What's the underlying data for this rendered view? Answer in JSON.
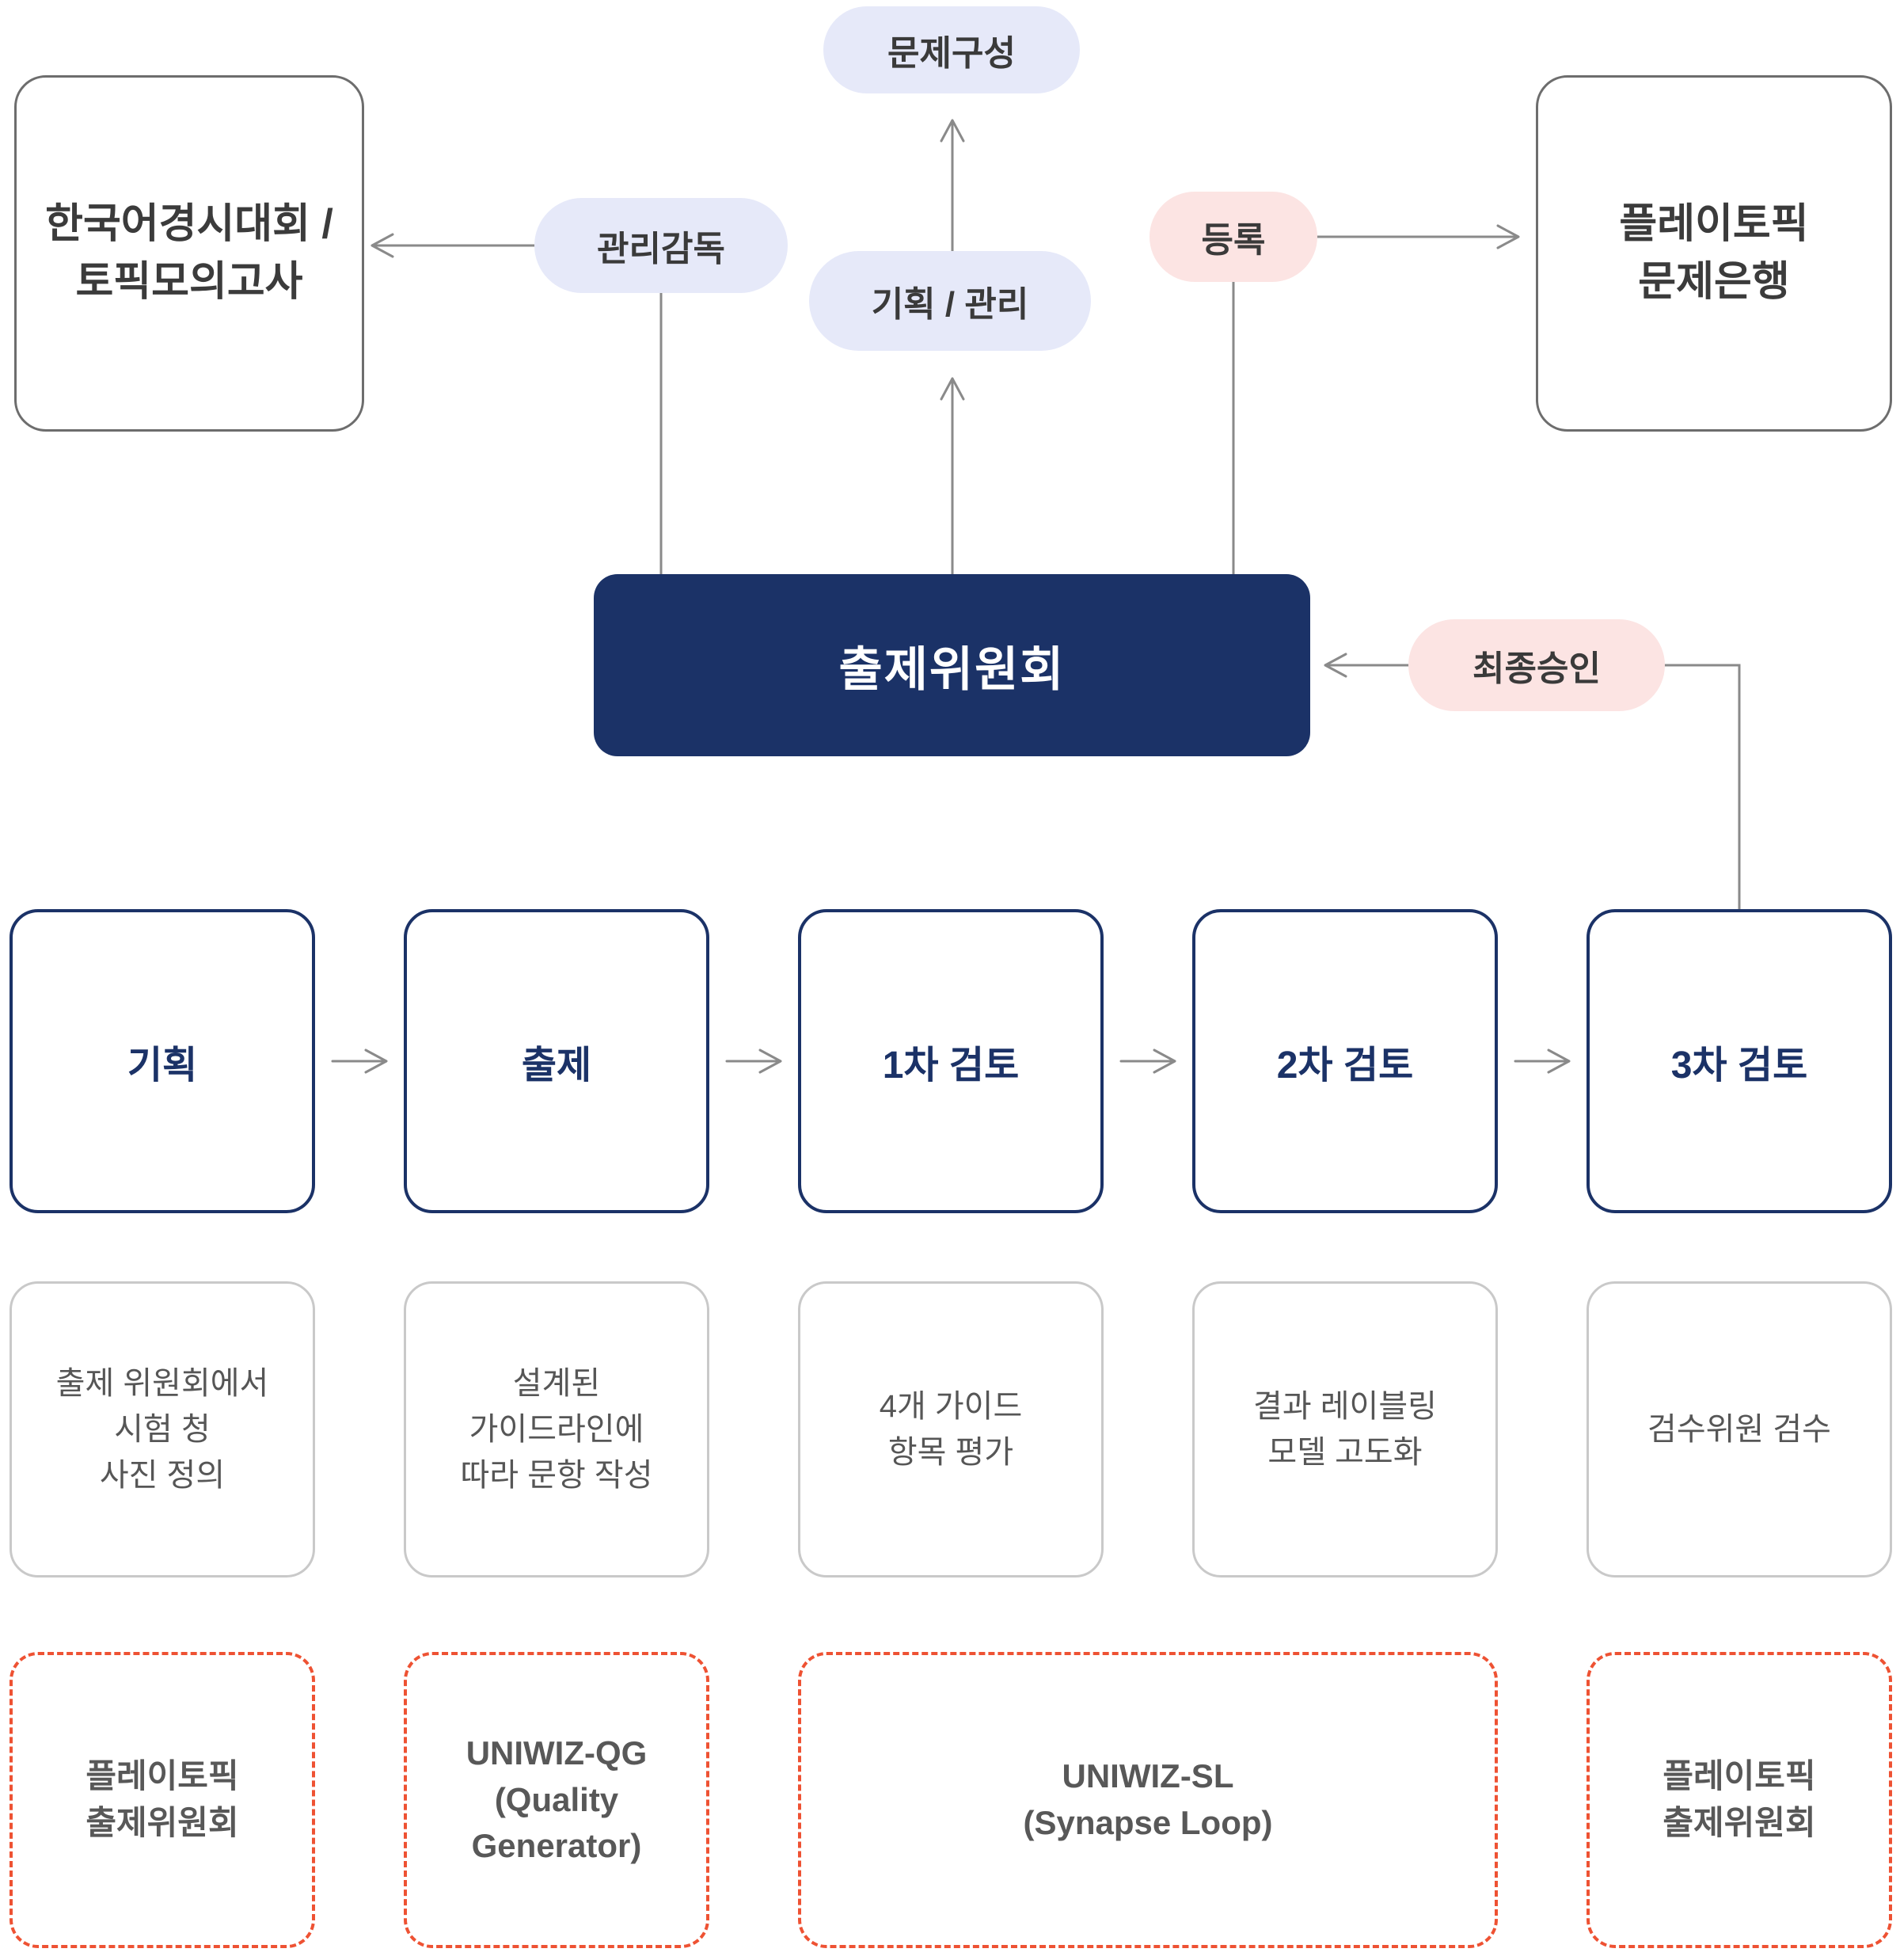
{
  "diagram": {
    "top_left_box": "한국어경시대회 /\n토픽모의고사",
    "top_right_box": "플레이토픽\n문제은행",
    "pills": {
      "problem_composition": "문제구성",
      "supervision": "관리감독",
      "planning_management": "기획 / 관리",
      "registration": "등록",
      "final_approval": "최종승인"
    },
    "committee_box": "출제위원회",
    "stages": [
      {
        "label": "기획",
        "desc": "출제 위원회에서\n시험 청\n사진 정의",
        "tool": "플레이토픽\n출제위원회"
      },
      {
        "label": "출제",
        "desc": "설계된\n가이드라인에\n따라 문항 작성",
        "tool": "UNIWIZ-QG\n(Quality\nGenerator)"
      },
      {
        "label": "1차 검토",
        "desc": "4개 가이드\n항목 평가"
      },
      {
        "label": "2차 검토",
        "desc": "결과 레이블링\n모델 고도화"
      },
      {
        "label": "3차 검토",
        "desc": "검수위원 검수",
        "tool": "플레이토픽\n출제위원회"
      }
    ],
    "shared_tool": "UNIWIZ-SL\n(Synapse Loop)"
  },
  "colors": {
    "navy": "#1b3267",
    "lavender_pill": "#e6e9f9",
    "pink_pill": "#fce4e3",
    "dashed_orange": "#ee5233",
    "outline_gray": "#6d6d6d",
    "light_gray_border": "#c9c9c9",
    "arrow_gray": "#8a8a8a",
    "text_dark": "#3b3b3b",
    "text_gray": "#565656"
  }
}
